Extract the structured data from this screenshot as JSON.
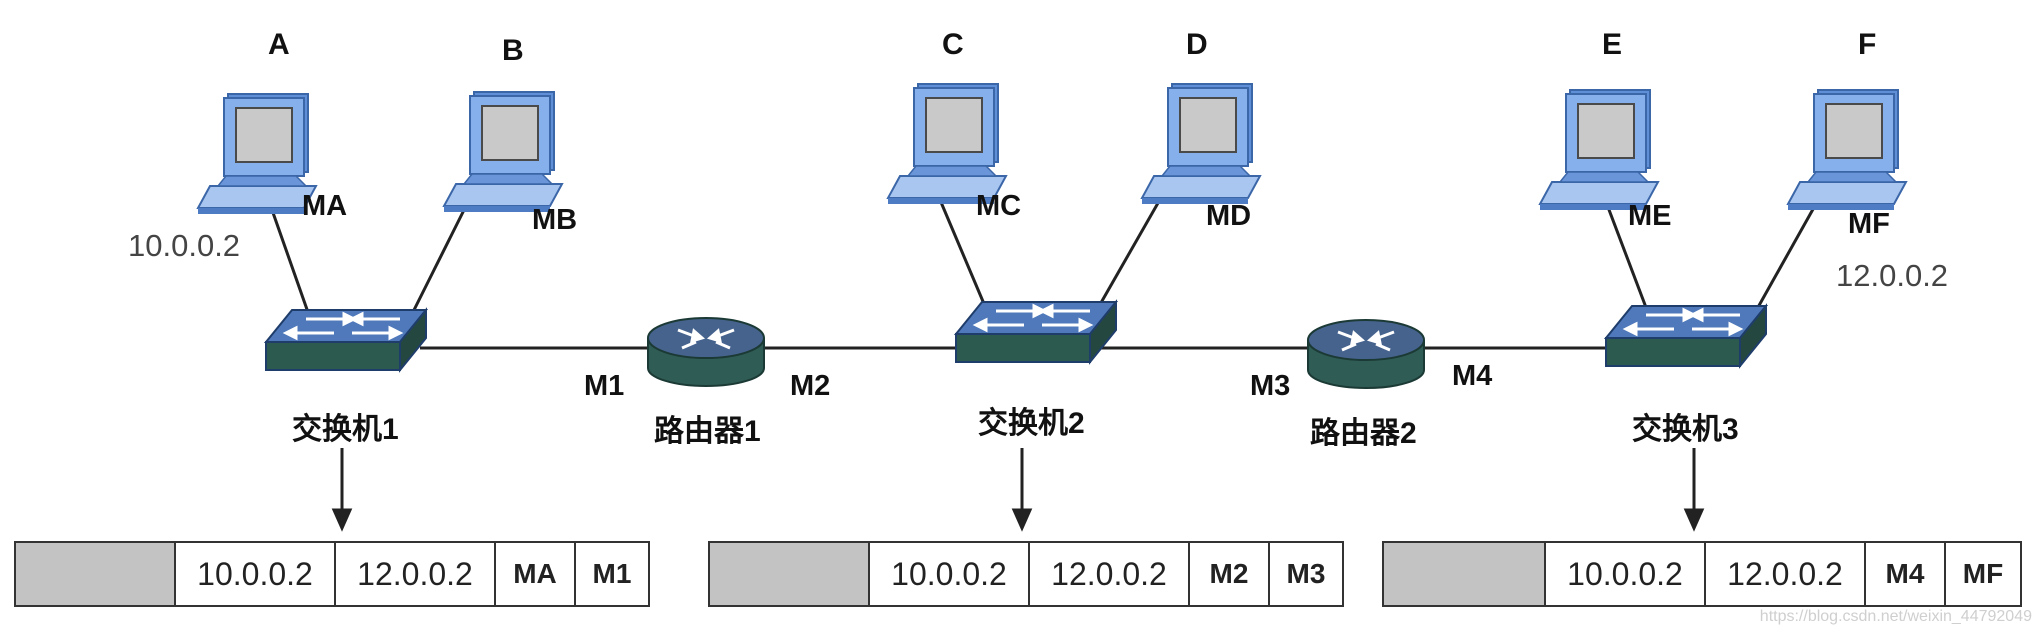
{
  "hosts": [
    {
      "name": "A",
      "mac": "MA"
    },
    {
      "name": "B",
      "mac": "MB"
    },
    {
      "name": "C",
      "mac": "MC"
    },
    {
      "name": "D",
      "mac": "MD"
    },
    {
      "name": "E",
      "mac": "ME"
    },
    {
      "name": "F",
      "mac": "MF"
    }
  ],
  "ips": {
    "a": "10.0.0.2",
    "f": "12.0.0.2"
  },
  "switches": [
    "交换机1",
    "交换机2",
    "交换机3"
  ],
  "routers": [
    {
      "label": "路由器1",
      "in_mac": "M1",
      "out_mac": "M2"
    },
    {
      "label": "路由器2",
      "in_mac": "M3",
      "out_mac": "M4"
    }
  ],
  "frames": [
    {
      "src_ip": "10.0.0.2",
      "dst_ip": "12.0.0.2",
      "src_mac": "MA",
      "dst_mac": "M1"
    },
    {
      "src_ip": "10.0.0.2",
      "dst_ip": "12.0.0.2",
      "src_mac": "M2",
      "dst_mac": "M3"
    },
    {
      "src_ip": "10.0.0.2",
      "dst_ip": "12.0.0.2",
      "src_mac": "M4",
      "dst_mac": "MF"
    }
  ],
  "watermark": "https://blog.csdn.net/weixin_44792049",
  "colors": {
    "monitor": "#7ea7e3",
    "monitor_dark": "#4d7cc4",
    "switch_top": "#4f79ba",
    "switch_side": "#2d5a4e",
    "router_top": "#46638e",
    "router_side": "#2f5d55",
    "header_cell": "#c3c3c3"
  }
}
